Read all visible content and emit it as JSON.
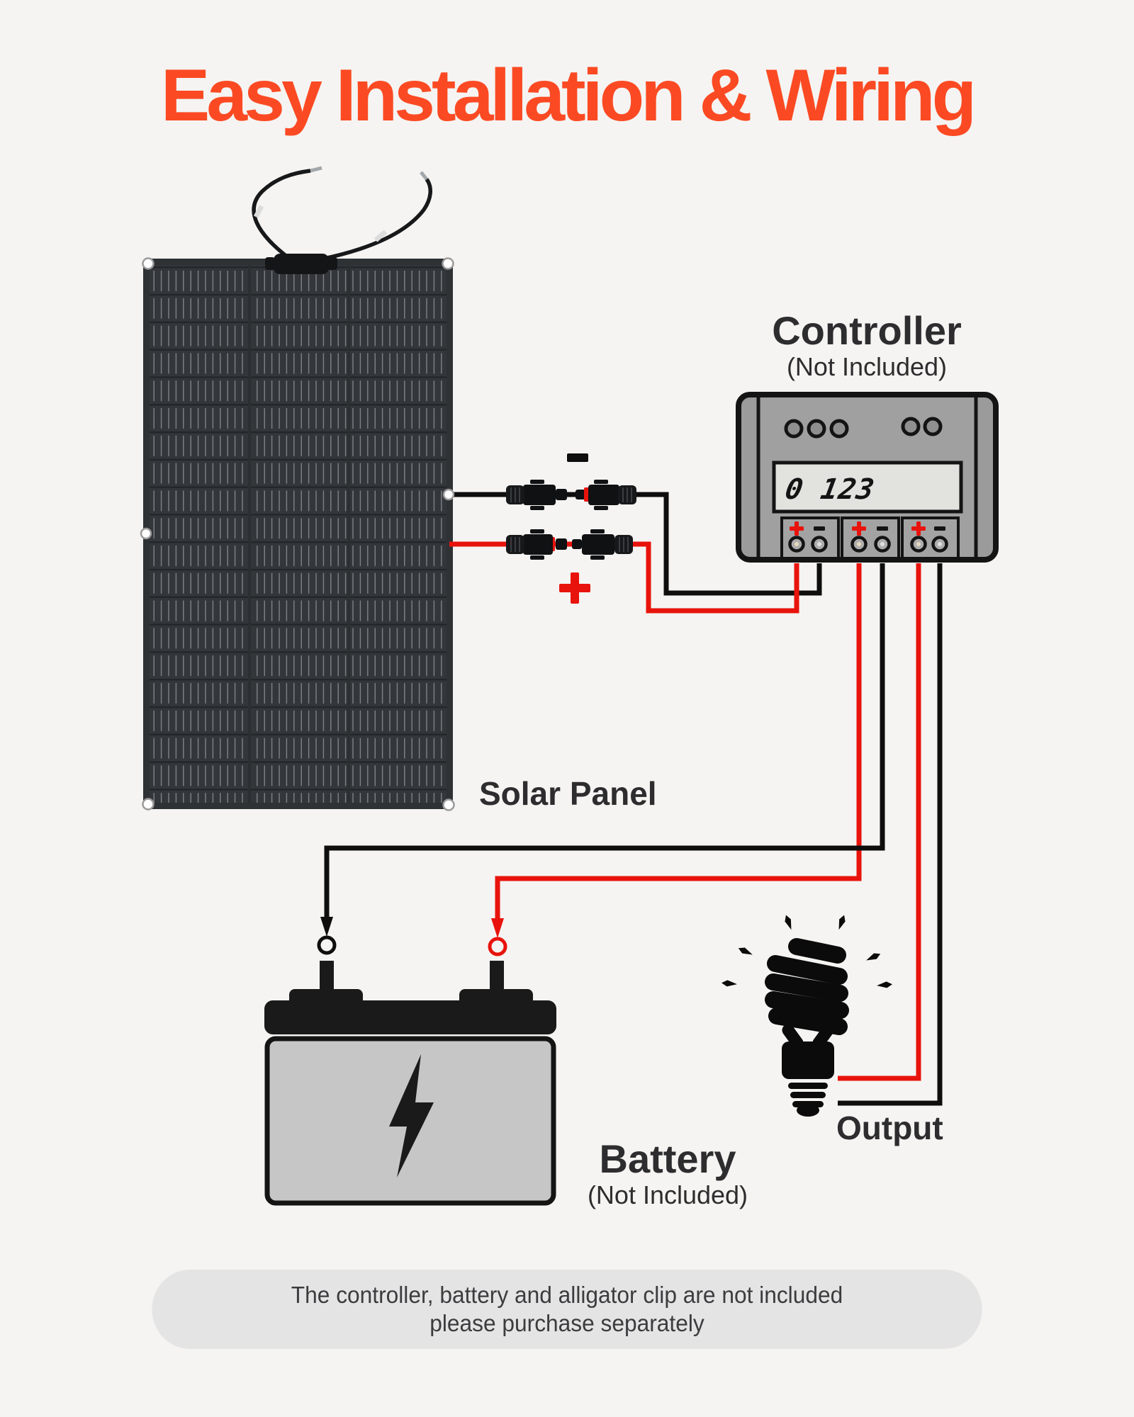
{
  "title": {
    "text": "Easy Installation & Wiring"
  },
  "solar_panel": {
    "label": "Solar Panel"
  },
  "controller": {
    "label": "Controller",
    "sublabel": "(Not Included)",
    "lcd_text": "0 123"
  },
  "battery": {
    "label": "Battery",
    "sublabel": "(Not Included)"
  },
  "output": {
    "label": "Output"
  },
  "wiring": {
    "positive_symbol": "+",
    "negative_symbol": "−"
  },
  "note": {
    "line1": "The controller, battery and alligator clip are not included",
    "line2": "please purchase separately"
  },
  "colors": {
    "background": "#f5f4f2",
    "accent": "#fb4a23",
    "wire_red": "#e8130c",
    "wire_black": "#0e0e0e",
    "controller_body": "#9b9b9b",
    "lcd": "#e2e2df",
    "battery_body": "#c6c6c6",
    "note_bg": "#e4e4e5",
    "label_text": "#2d2d2f"
  }
}
